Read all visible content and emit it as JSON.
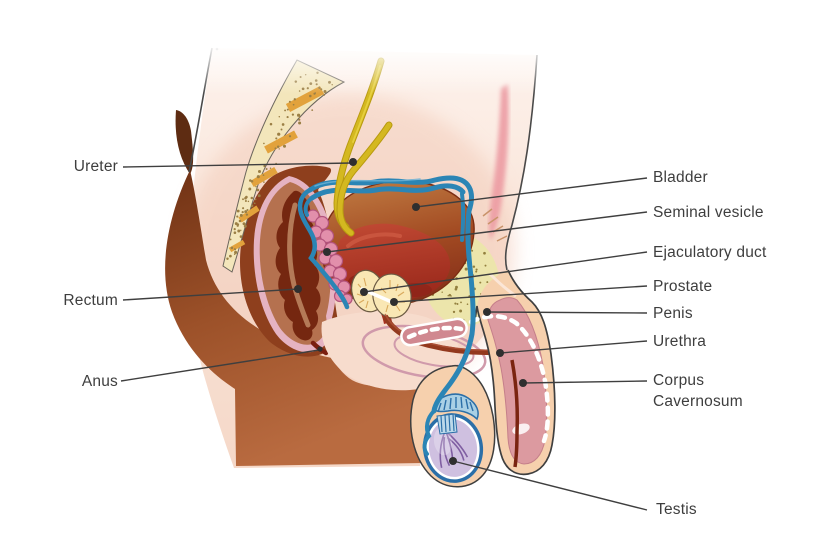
{
  "diagram": {
    "subject": "Male reproductive system, sagittal section",
    "labels_left": [
      {
        "text": "Ureter"
      },
      {
        "text": "Rectum"
      },
      {
        "text": "Anus"
      }
    ],
    "labels_right": [
      {
        "text": "Bladder"
      },
      {
        "text": "Seminal vesicle"
      },
      {
        "text": "Ejaculatory duct"
      },
      {
        "text": "Prostate"
      },
      {
        "text": "Penis"
      },
      {
        "text": "Urethra"
      },
      {
        "text": "Corpus Cavernosum"
      },
      {
        "text": "Testis"
      }
    ],
    "colors": {
      "label_text": "#3e3e3e",
      "leader_line": "#3f3f3f",
      "background": "#ffffff",
      "skin_light": "#f8e2d7",
      "skin_dark_silhouette": "#7c3a1b",
      "bladder": "#a4502a",
      "bladder_interior": "#b03426",
      "prostate": "#f9e7b4",
      "seminal_vesicle": "#e28fab",
      "ureter_yellow": "#cdb21e",
      "vas_deferens_blue": "#2b85b5",
      "testis_lavender": "#cfc0e0",
      "bone_yellow": "#f3e6bb",
      "rectum_dark": "#752710",
      "penis_shaft_pink": "#dc9aa0"
    }
  }
}
